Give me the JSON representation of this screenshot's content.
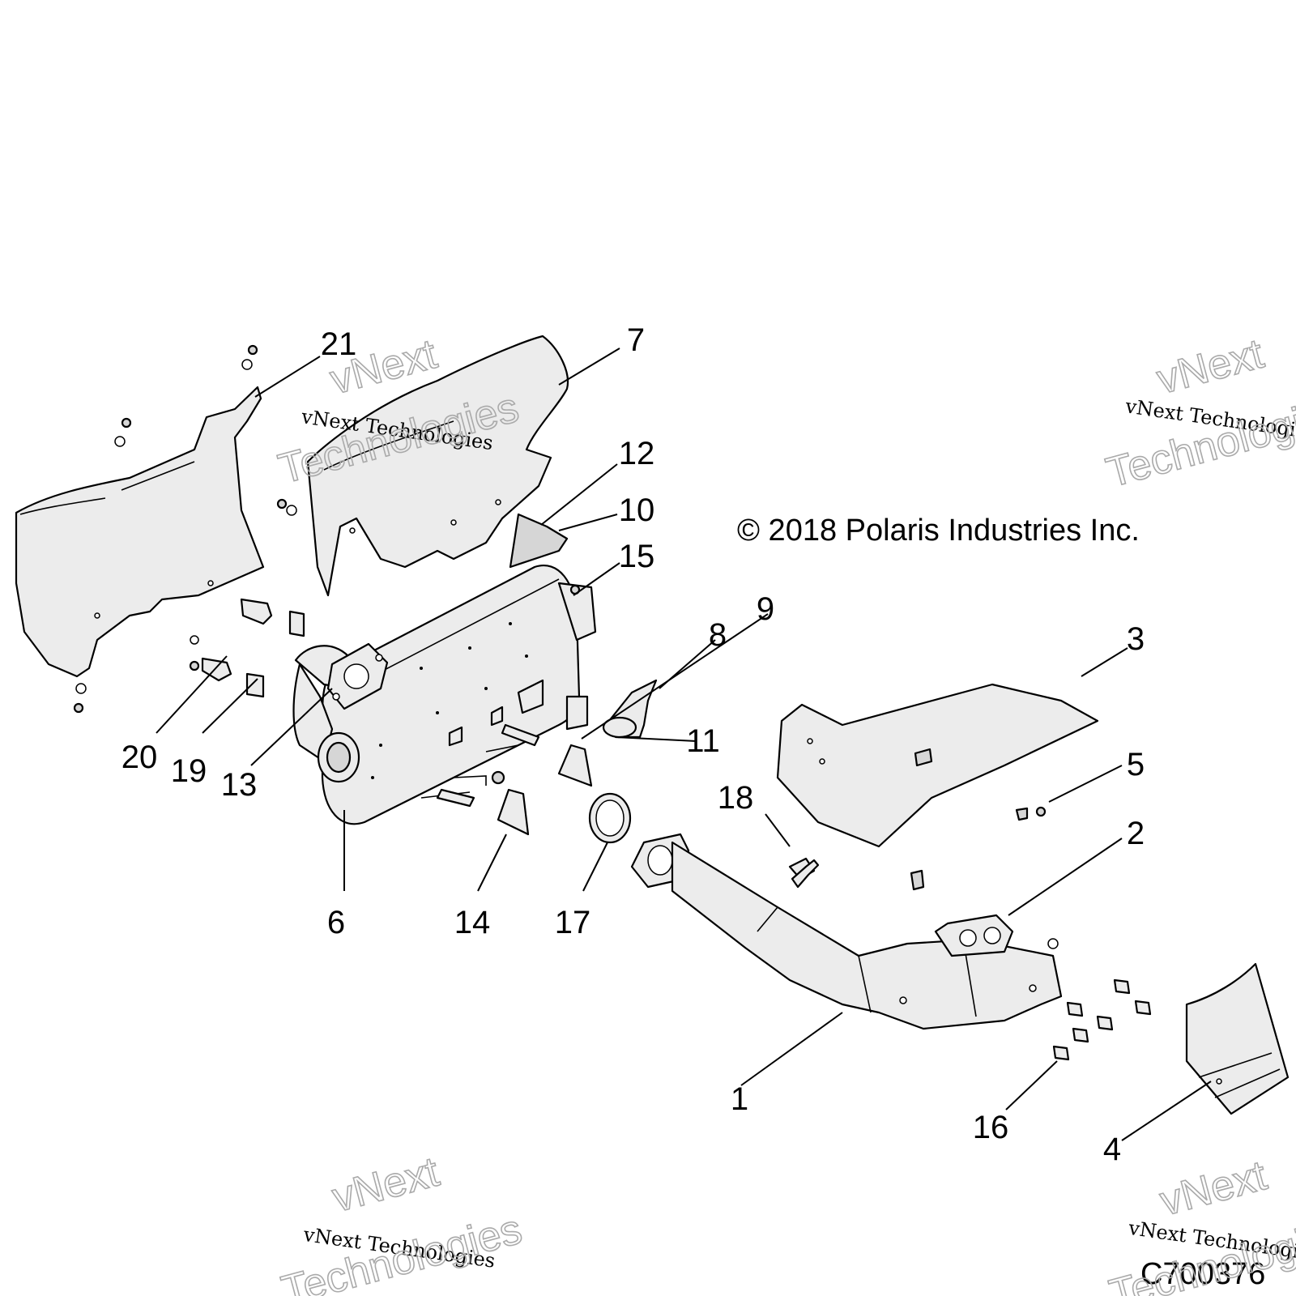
{
  "diagram": {
    "copyright": "© 2018 Polaris Industries Inc.",
    "drawing_code": "C700376",
    "watermark": {
      "line1": "vNext Technologies",
      "line2": "vNext",
      "line3": "Technologies"
    },
    "callouts": {
      "c1": "1",
      "c2": "2",
      "c3": "3",
      "c4": "4",
      "c5": "5",
      "c6": "6",
      "c7": "7",
      "c8": "8",
      "c9": "9",
      "c10": "10",
      "c11": "11",
      "c12": "12",
      "c13": "13",
      "c14": "14",
      "c15": "15",
      "c16": "16",
      "c17": "17",
      "c18": "18",
      "c19": "19",
      "c20": "20",
      "c21": "21"
    }
  }
}
